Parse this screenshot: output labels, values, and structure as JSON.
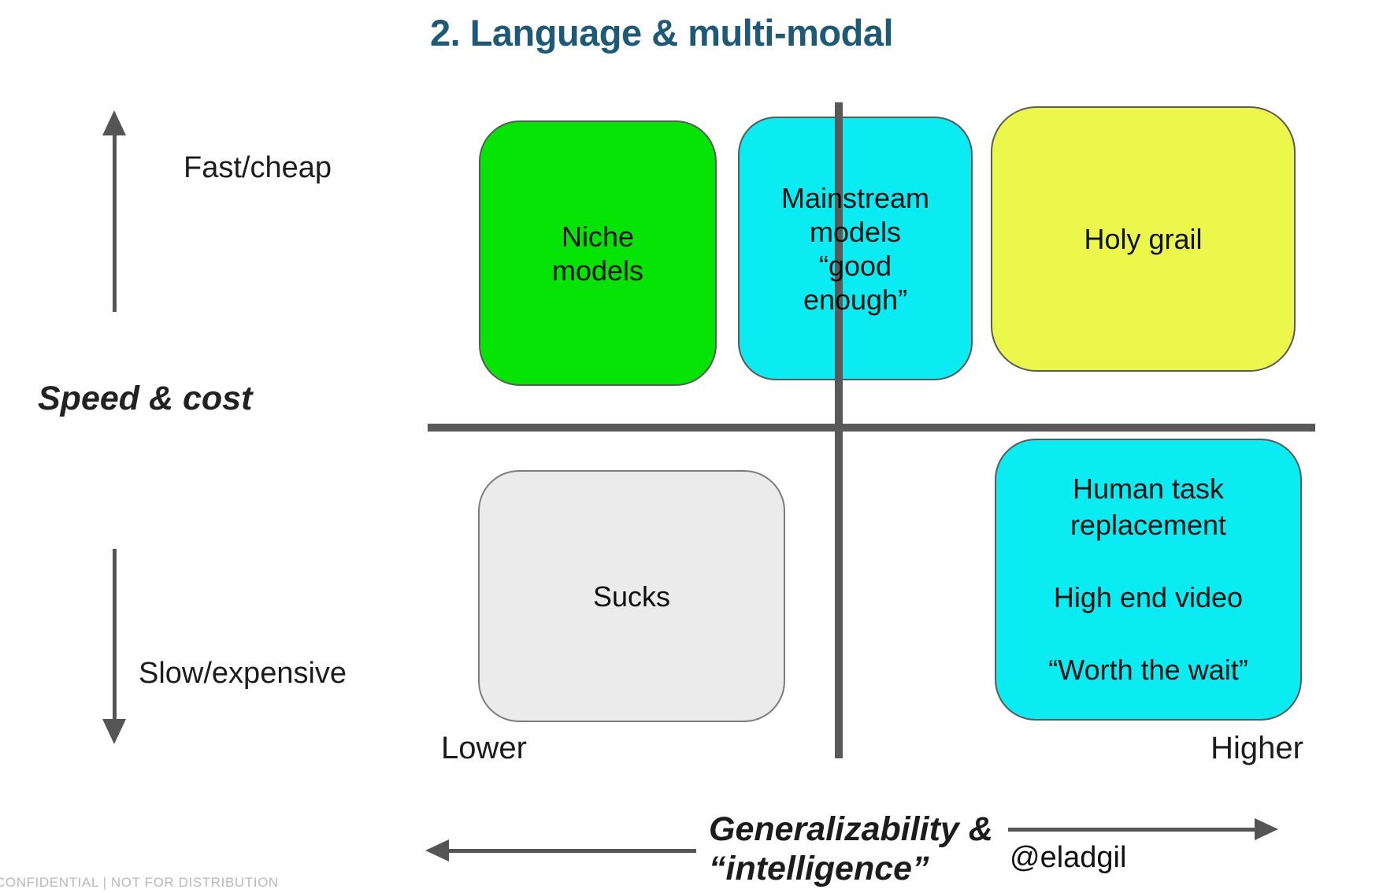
{
  "slide": {
    "title": "2. Language & multi-modal",
    "attribution": "@eladgil",
    "watermark": "CONFIDENTIAL | NOT FOR DISTRIBUTION"
  },
  "y_axis": {
    "label": "Speed & cost",
    "top_label": "Fast/cheap",
    "bottom_label": "Slow/expensive"
  },
  "x_axis": {
    "label": "Generalizability &\n“intelligence”",
    "left_label": "Lower",
    "right_label": "Higher"
  },
  "quadrant_boxes": [
    {
      "name": "niche-models",
      "quadrant": "top-left",
      "label": "Niche\nmodels",
      "color": "#06E406"
    },
    {
      "name": "mainstream-models",
      "quadrant": "top-center",
      "label": "Mainstream\nmodels\n“good\nenough”",
      "color": "#0AEBF2"
    },
    {
      "name": "holy-grail",
      "quadrant": "top-right",
      "label": "Holy grail",
      "color": "#EBF84B"
    },
    {
      "name": "sucks",
      "quadrant": "bottom-left",
      "label": "Sucks",
      "color": "#EBEBEB"
    },
    {
      "name": "human-task-replacement",
      "quadrant": "bottom-right",
      "label": "Human task\nreplacement\n\nHigh end video\n\n“Worth the wait”",
      "color": "#0AEBF2"
    }
  ],
  "colors": {
    "title": "#1d5a78",
    "axis_line": "#595959",
    "arrow": "#555555",
    "watermark": "#b9b9b9"
  }
}
